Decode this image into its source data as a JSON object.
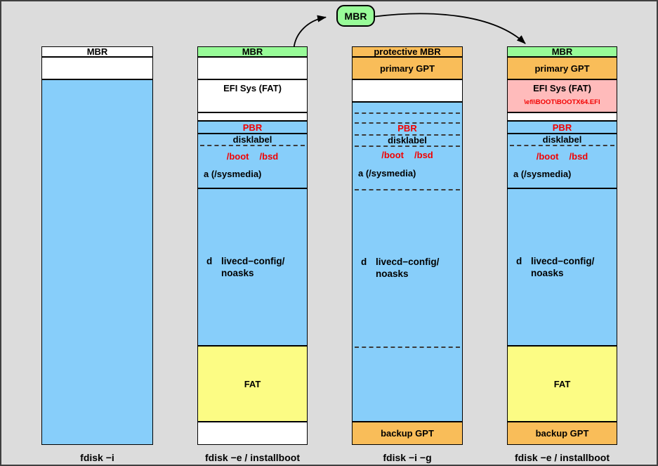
{
  "title_bubble": {
    "label": "MBR"
  },
  "colors": {
    "background": "#DCDCDC",
    "partition_blue": "#87CEFA",
    "mbr_green": "#98FB98",
    "gpt_orange": "#F9BD59",
    "efi_pink": "#FFBBBB",
    "fat_yellow": "#FCFC84",
    "box_white": "#FFFFFF",
    "red_text": "#F20000"
  },
  "columns": [
    {
      "caption": "fdisk −i",
      "mbr_label": "MBR"
    },
    {
      "caption": "fdisk −e / installboot",
      "mbr_label": "MBR",
      "efi_label": "EFI Sys (FAT)",
      "pbr_label": "PBR",
      "disklabel_label": "disklabel",
      "boot_label": "/boot",
      "bsd_label": "/bsd",
      "a_label": "a (/sysmedia)",
      "d_letter": "d",
      "d_line1": "livecd−config/",
      "d_line2": "noasks",
      "fat_label": "FAT"
    },
    {
      "caption": "fdisk −i −g",
      "mbr_label": "protective MBR",
      "gpt_label": "primary GPT",
      "pbr_label": "PBR",
      "disklabel_label": "disklabel",
      "boot_label": "/boot",
      "bsd_label": "/bsd",
      "a_label": "a (/sysmedia)",
      "d_letter": "d",
      "d_line1": "livecd−config/",
      "d_line2": "noasks",
      "backup_gpt_label": "backup GPT"
    },
    {
      "caption": "fdisk −e / installboot",
      "mbr_label": "MBR",
      "gpt_label": "primary GPT",
      "efi_label": "EFI Sys (FAT)",
      "efi_path": "\\efi\\BOOT\\BOOTX64.EFI",
      "pbr_label": "PBR",
      "disklabel_label": "disklabel",
      "boot_label": "/boot",
      "bsd_label": "/bsd",
      "a_label": "a (/sysmedia)",
      "d_letter": "d",
      "d_line1": "livecd−config/",
      "d_line2": "noasks",
      "fat_label": "FAT",
      "backup_gpt_label": "backup GPT"
    }
  ]
}
